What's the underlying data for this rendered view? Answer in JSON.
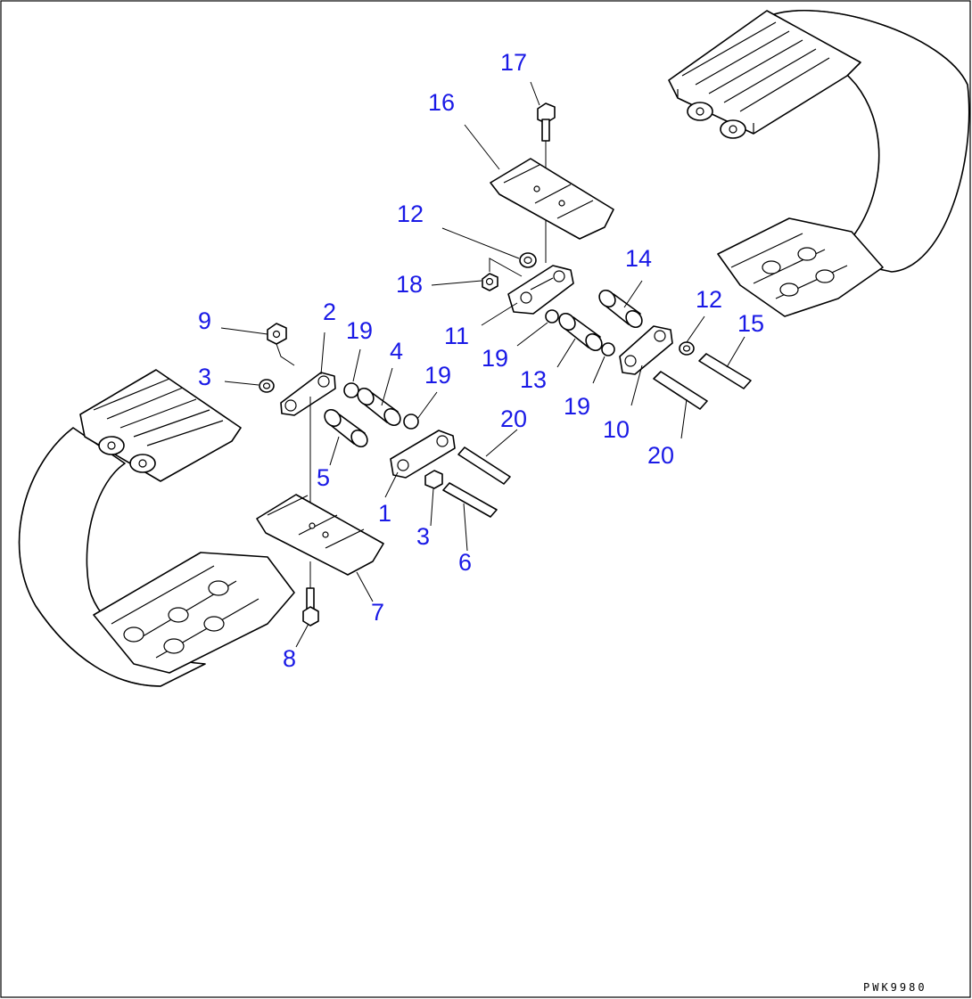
{
  "drawing_code": "PWK9980",
  "callouts": [
    {
      "id": "c17",
      "text": "17"
    },
    {
      "id": "c16",
      "text": "16"
    },
    {
      "id": "c12a",
      "text": "12"
    },
    {
      "id": "c18",
      "text": "18"
    },
    {
      "id": "c14",
      "text": "14"
    },
    {
      "id": "c12b",
      "text": "12"
    },
    {
      "id": "c15",
      "text": "15"
    },
    {
      "id": "c9",
      "text": "9"
    },
    {
      "id": "c2",
      "text": "2"
    },
    {
      "id": "c19a",
      "text": "19"
    },
    {
      "id": "c11",
      "text": "11"
    },
    {
      "id": "c3a",
      "text": "3"
    },
    {
      "id": "c4",
      "text": "4"
    },
    {
      "id": "c19b",
      "text": "19"
    },
    {
      "id": "c19c",
      "text": "19"
    },
    {
      "id": "c13",
      "text": "13"
    },
    {
      "id": "c19d",
      "text": "19"
    },
    {
      "id": "c10",
      "text": "10"
    },
    {
      "id": "c20a",
      "text": "20"
    },
    {
      "id": "c20b",
      "text": "20"
    },
    {
      "id": "c5",
      "text": "5"
    },
    {
      "id": "c1",
      "text": "1"
    },
    {
      "id": "c3b",
      "text": "3"
    },
    {
      "id": "c6",
      "text": "6"
    },
    {
      "id": "c7",
      "text": "7"
    },
    {
      "id": "c8",
      "text": "8"
    }
  ]
}
